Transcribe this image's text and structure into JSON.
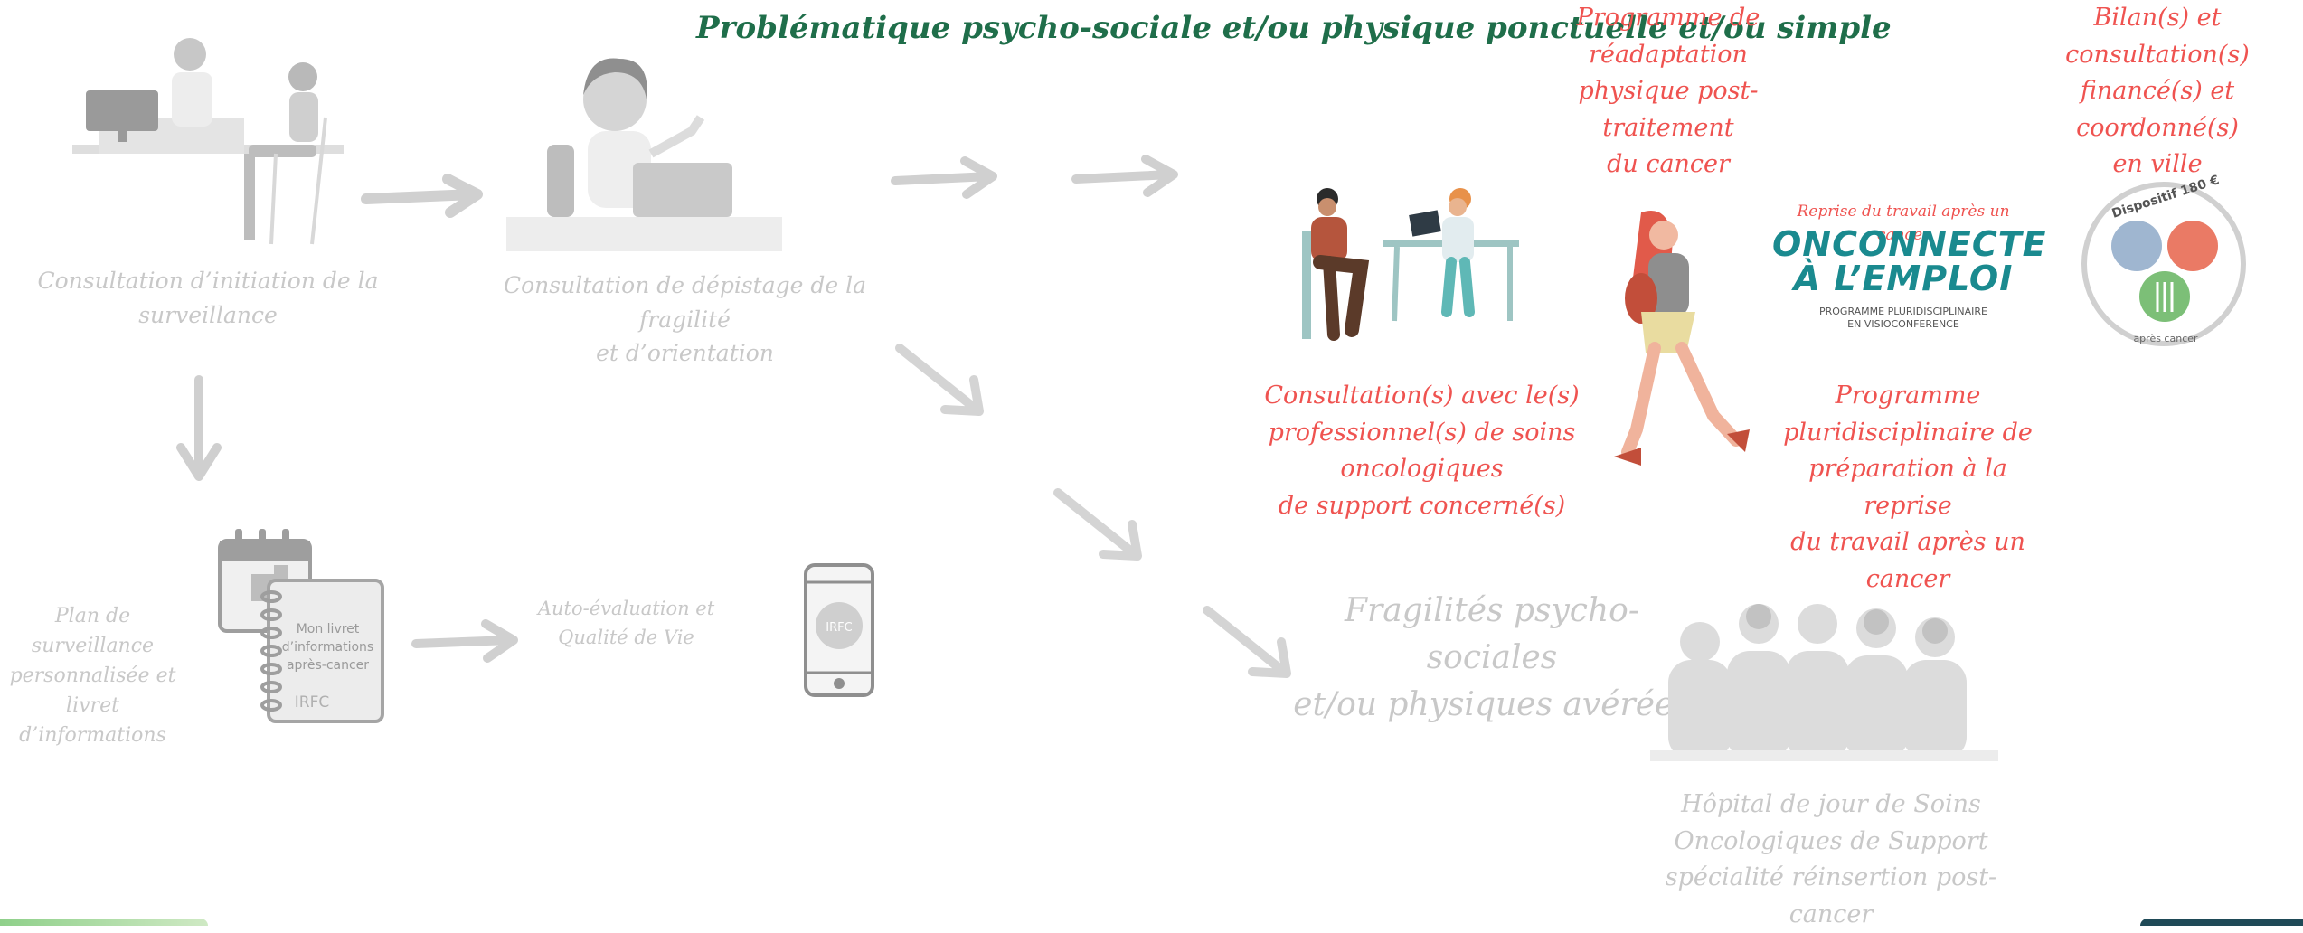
{
  "title": "Problématique psycho-sociale et/ou physique ponctuelle et/ou simple",
  "steps": {
    "initiation": "Consultation d’initiation de la\nsurveillance",
    "depistage": "Consultation de dépistage de la fragilité\net d’orientation",
    "plan": "Plan de surveillance\npersonnalisée et livret\nd’informations",
    "auto_eval": "Auto-évaluation et\nQualité de Vie",
    "fragilites": "Fragilités psycho-sociales\net/ou physiques avérées",
    "hopital": "Hôpital de jour de Soins\nOncologiques de Support\nspécialité réinsertion post-cancer"
  },
  "options": {
    "readaptation": "Programme de\nréadaptation\nphysique post-traitement\ndu cancer",
    "bilan": "Bilan(s) et consultation(s)\nfinancé(s) et coordonné(s)\nen ville",
    "soins_support": "Consultation(s) avec le(s)\nprofessionnel(s) de soins\noncologiques\nde support concerné(s)",
    "reprise": "Programme\npluridisciplinaire de\npréparation à la reprise\ndu travail après un cancer"
  },
  "booklet": {
    "line1": "Mon livret",
    "line2": "d’informations",
    "line3": "après-cancer",
    "brand": "IRFC"
  },
  "phone": {
    "brand": "IRFC"
  },
  "onconnecte": {
    "kicker": "Reprise du travail après un cancer",
    "line1": "ONCONNECTE",
    "line2": "À L’EMPLOI",
    "sub1": "PROGRAMME PLURIDISCIPLINAIRE",
    "sub2": "EN VISIOCONFERENCE"
  },
  "dispositif": {
    "top": "Dispositif 180 €",
    "bottom": "après cancer"
  },
  "colors": {
    "title": "#1f6e4a",
    "active": "#ef5350",
    "inactive": "#c8c8c8",
    "teal": "#1a8a8f"
  }
}
